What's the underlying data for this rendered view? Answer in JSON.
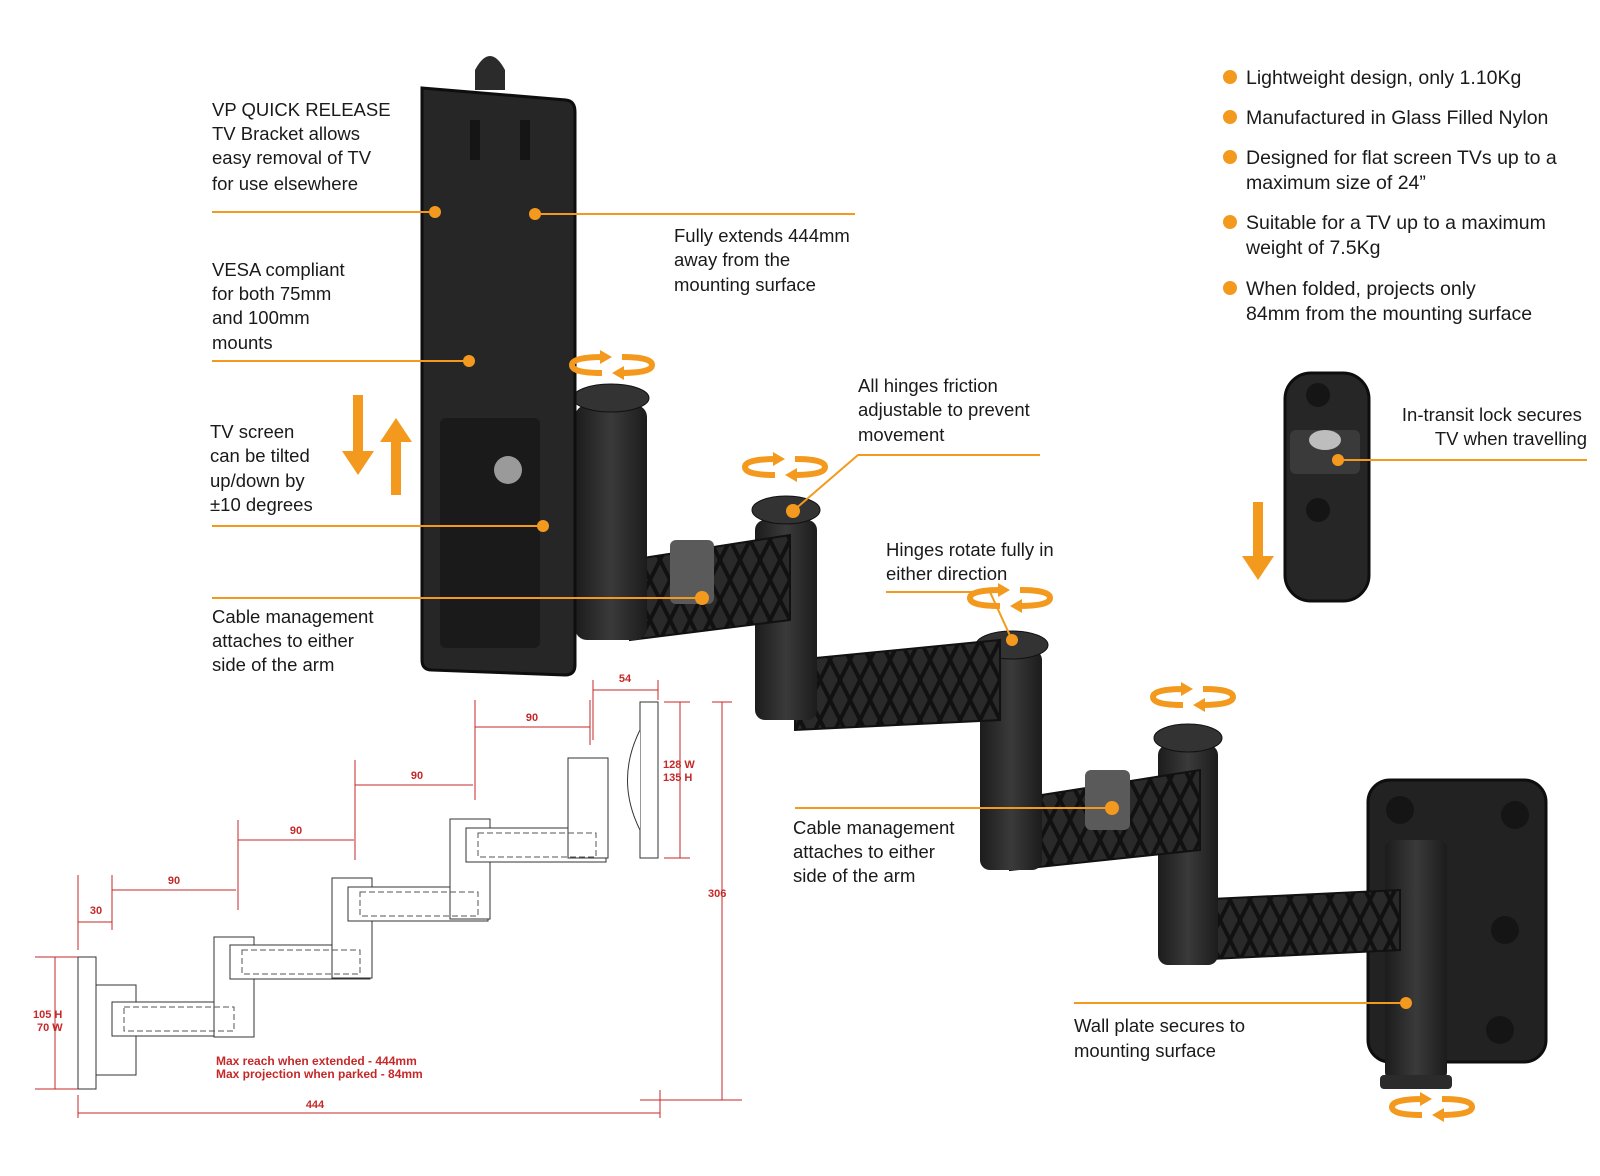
{
  "callouts": {
    "quick_release": [
      "VP QUICK RELEASE",
      "TV Bracket allows",
      "easy removal of TV",
      "for use elsewhere"
    ],
    "vesa": [
      "VESA compliant",
      "for both 75mm",
      "and 100mm",
      "mounts"
    ],
    "tilt": [
      "TV screen",
      "can be tilted",
      "up/down by",
      "±10 degrees"
    ],
    "cable_left": [
      "Cable management",
      "attaches to either",
      "side of the arm"
    ],
    "extends": [
      "Fully extends 444mm",
      "away from the",
      "mounting surface"
    ],
    "friction": [
      "All hinges friction",
      "adjustable to prevent",
      "movement"
    ],
    "rotate": [
      "Hinges rotate fully in",
      "either direction"
    ],
    "cable_right": [
      "Cable management",
      "attaches to either",
      "side of the arm"
    ],
    "wall_plate": [
      "Wall plate secures to",
      "mounting surface"
    ],
    "transit_lock": [
      "In-transit lock secures",
      "TV when travelling"
    ]
  },
  "features": [
    [
      "Lightweight design, only 1.10Kg"
    ],
    [
      "Manufactured in Glass Filled Nylon"
    ],
    [
      "Designed for flat screen TVs up to a",
      "maximum size of 24”"
    ],
    [
      "Suitable for a TV up to a maximum",
      "weight of 7.5Kg"
    ],
    [
      "When folded, projects only",
      "84mm from the mounting surface"
    ]
  ],
  "dimensions": {
    "d54": "54",
    "d90a": "90",
    "d90b": "90",
    "d90c": "90",
    "d90d": "90",
    "d30": "30",
    "d128w": "128 W",
    "d135h": "135 H",
    "d306": "306",
    "d105h": "105 H",
    "d70w": "70 W",
    "d444": "444"
  },
  "drawing_notes": [
    "Max reach when extended - 444mm",
    "Max projection when parked - 84mm"
  ],
  "colors": {
    "accent": "#f39a1e",
    "dimension": "#c62828",
    "bracket": "#262626"
  },
  "icons": [
    "rotate-arrows-icon",
    "tilt-arrows-icon",
    "down-arrow-icon"
  ]
}
